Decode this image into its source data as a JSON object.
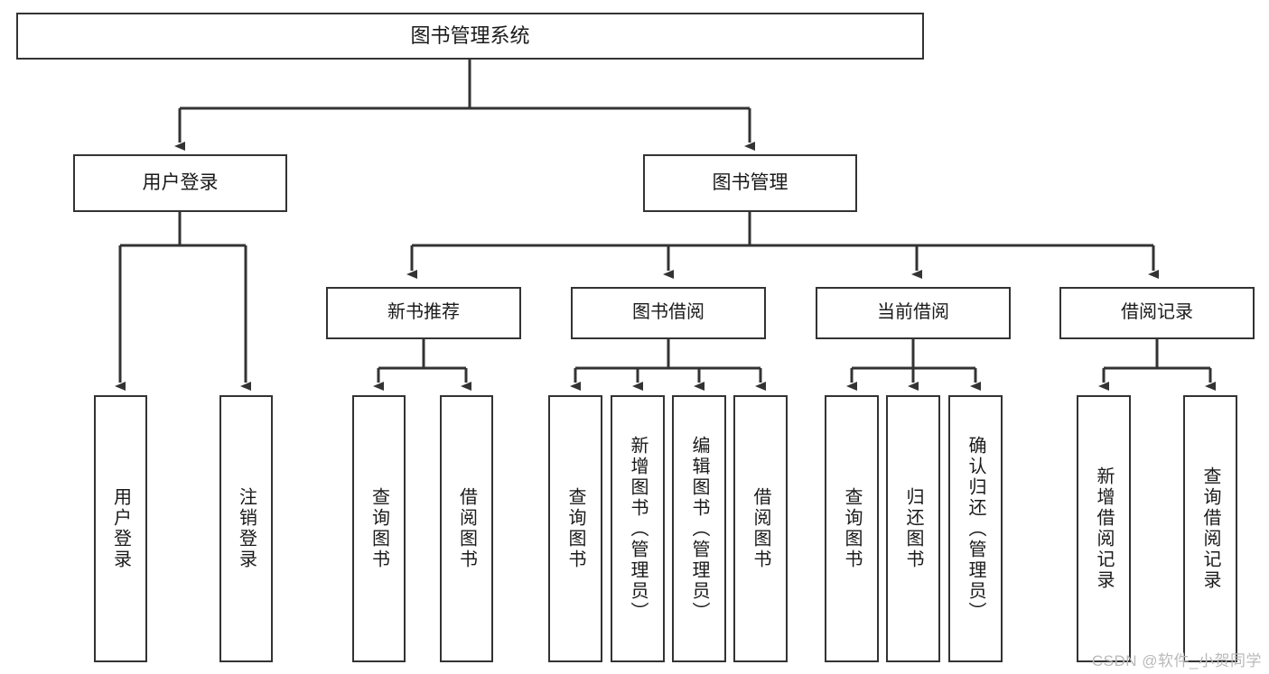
{
  "diagram": {
    "title_node": {
      "label": "图书管理系统"
    },
    "level1": [
      {
        "id": "user-login",
        "label": "用户登录"
      },
      {
        "id": "book-management",
        "label": "图书管理"
      }
    ],
    "level2": [
      {
        "id": "new-book-recommend",
        "label": "新书推荐"
      },
      {
        "id": "book-borrow",
        "label": "图书借阅"
      },
      {
        "id": "current-borrow",
        "label": "当前借阅"
      },
      {
        "id": "borrow-record",
        "label": "借阅记录"
      }
    ],
    "leaves": [
      {
        "id": "leaf-user-login",
        "label": "用户登录",
        "parent": "user-login"
      },
      {
        "id": "leaf-logout-login",
        "label": "注销登录",
        "parent": "user-login"
      },
      {
        "id": "leaf-query-book-1",
        "label": "查询图书",
        "parent": "new-book-recommend"
      },
      {
        "id": "leaf-borrow-book-1",
        "label": "借阅图书",
        "parent": "new-book-recommend"
      },
      {
        "id": "leaf-query-book-2",
        "label": "查询图书",
        "parent": "book-borrow"
      },
      {
        "id": "leaf-add-book",
        "label": "新增图书（管理员）",
        "parent": "book-borrow"
      },
      {
        "id": "leaf-edit-book",
        "label": "编辑图书（管理员）",
        "parent": "book-borrow"
      },
      {
        "id": "leaf-borrow-book-2",
        "label": "借阅图书",
        "parent": "book-borrow"
      },
      {
        "id": "leaf-query-book-3",
        "label": "查询图书",
        "parent": "current-borrow"
      },
      {
        "id": "leaf-return-book",
        "label": "归还图书",
        "parent": "current-borrow"
      },
      {
        "id": "leaf-confirm-return",
        "label": "确认归还（管理员）",
        "parent": "current-borrow"
      },
      {
        "id": "leaf-add-record",
        "label": "新增借阅记录",
        "parent": "borrow-record"
      },
      {
        "id": "leaf-query-record",
        "label": "查询借阅记录",
        "parent": "borrow-record"
      }
    ],
    "watermark": "CSDN @软件_小贺同学",
    "colors": {
      "stroke": "#333333",
      "fill": "#ffffff",
      "text": "#1a1a1a",
      "watermark": "#b9b9b9"
    }
  }
}
